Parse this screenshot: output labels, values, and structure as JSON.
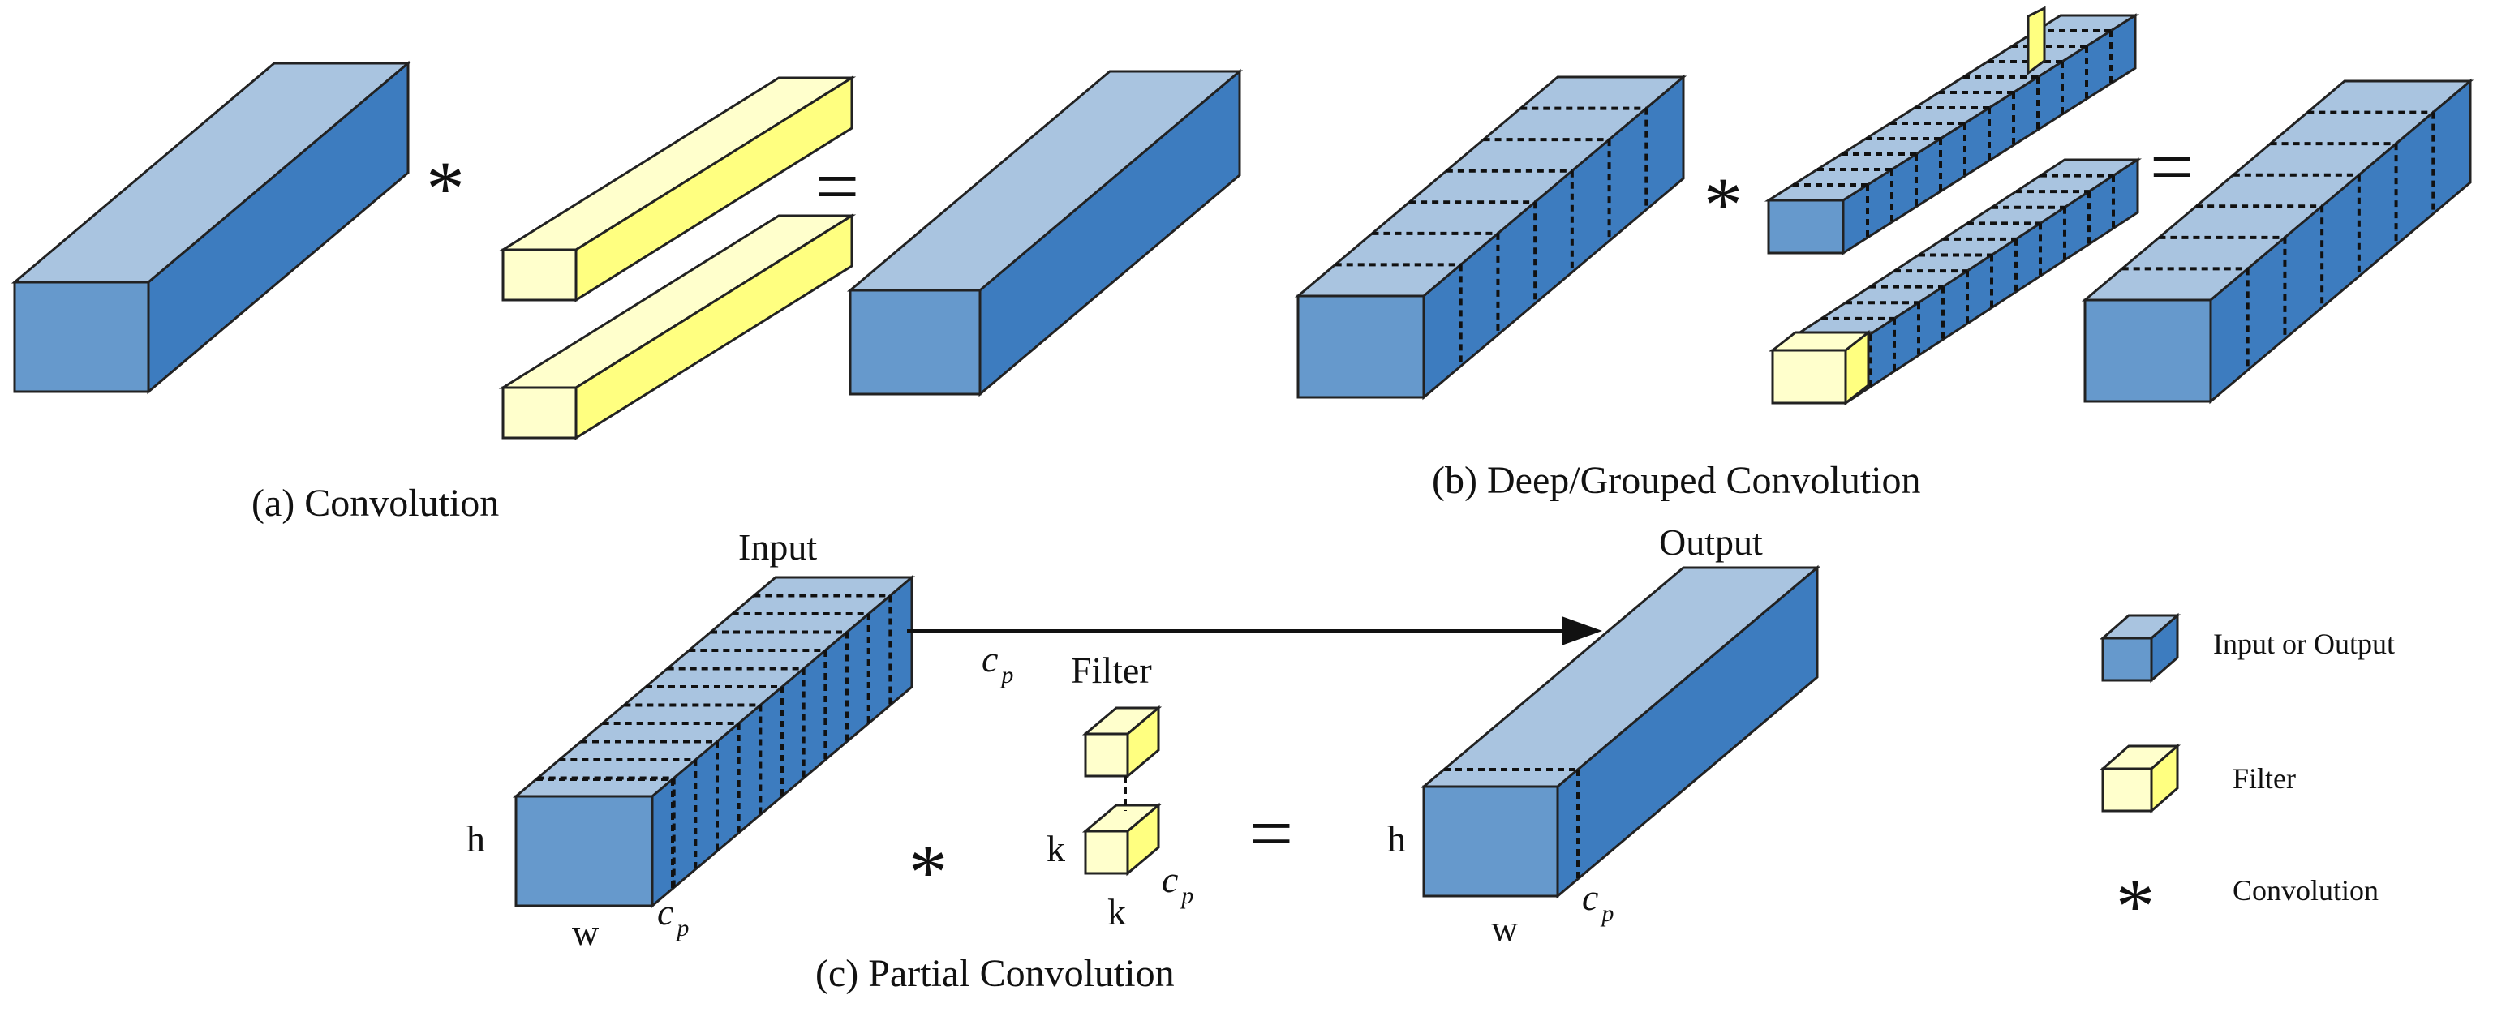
{
  "colors": {
    "box_front": "#6699CC",
    "box_top": "#A9C4E0",
    "box_side": "#3D7CBF",
    "filter_front": "#FFFFCC",
    "filter_top": "#FFFFCC",
    "filter_side": "#FFFF80",
    "edge": "#222222"
  },
  "captions": {
    "a": "(a) Convolution",
    "b": "(b) Deep/Grouped Convolution",
    "c": "(c) Partial Convolution"
  },
  "symbols": {
    "conv": "*",
    "equals": "="
  },
  "partial": {
    "input": "Input",
    "output": "Output",
    "filter": "Filter",
    "h": "h",
    "w": "w",
    "k": "k",
    "c": "c",
    "p": "p"
  },
  "legend": {
    "io": "Input or Output",
    "filter": "Filter",
    "conv": "Convolution"
  }
}
